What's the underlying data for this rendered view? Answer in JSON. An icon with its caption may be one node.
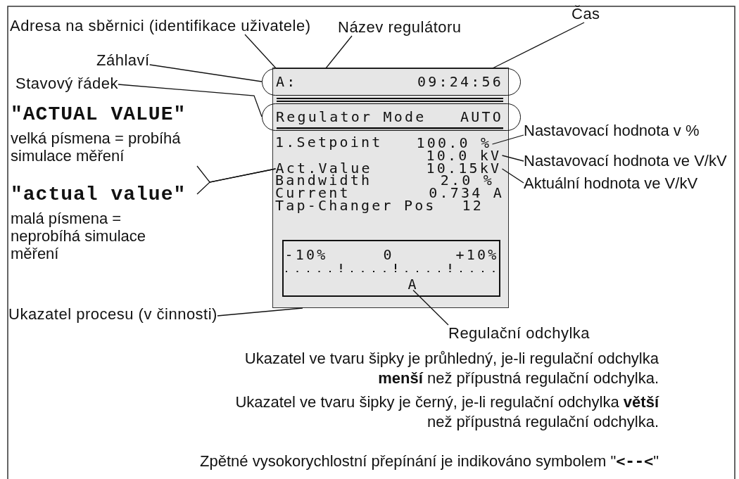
{
  "diagram": {
    "nodes": [
      {
        "text": [
          "Adresa na sběrnici (identifikace uživatele)"
        ]
      },
      {
        "text": [
          "Název regulátoru"
        ]
      },
      {
        "text": [
          "Čas"
        ]
      },
      {
        "text": [
          "Záhlaví"
        ]
      },
      {
        "text": [
          "Stavový řádek"
        ]
      },
      {
        "text": [],
        "shape": "box"
      },
      {
        "text": [
          "A:",
          "09:24:56"
        ]
      },
      {
        "text": [
          "Regulator Mode",
          "AUTO"
        ]
      },
      {
        "text": [
          "\"ACTUAL VALUE\"",
          "velká písmena = probíhá simulace měření"
        ]
      },
      {
        "text": [
          "\"actual value\"",
          "malá písmena = neprobíhá simulace měření"
        ]
      },
      {
        "text": [
          "Act.Value"
        ],
        "in": 5
      },
      {
        "text": [
          "100.0 %"
        ],
        "in": 5
      },
      {
        "text": [
          "10.0 kV"
        ],
        "in": 5
      },
      {
        "text": [
          "10.15kV"
        ],
        "in": 5
      },
      {
        "text": [
          "Nastavovací hodnota v %"
        ]
      },
      {
        "text": [
          "Nastavovací hodnota ve V/kV"
        ]
      },
      {
        "text": [
          "Aktuální hodnota ve V/kV"
        ]
      },
      {
        "text": [
          "-10%",
          "0",
          "+10%"
        ],
        "in": 5
      },
      {
        "text": [
          "A"
        ],
        "in": 17
      },
      {
        "text": [
          "Ukazatel procesu (v činnosti)"
        ]
      },
      {
        "text": [
          "Regulační odchylka"
        ]
      }
    ],
    "edges": [
      {
        "from": 0,
        "to": 6,
        "arrow": "none"
      },
      {
        "from": 1,
        "to": 6,
        "arrow": "none"
      },
      {
        "from": 2,
        "to": 6,
        "arrow": "none"
      },
      {
        "from": 3,
        "to": 6,
        "arrow": "none"
      },
      {
        "from": 4,
        "to": 7,
        "arrow": "none"
      },
      {
        "from": 8,
        "to": 10,
        "arrow": "none"
      },
      {
        "from": 9,
        "to": 10,
        "arrow": "none"
      },
      {
        "from": 14,
        "to": 11,
        "arrow": "none"
      },
      {
        "from": 15,
        "to": 12,
        "arrow": "none"
      },
      {
        "from": 16,
        "to": 13,
        "arrow": "none"
      },
      {
        "from": 19,
        "to": 5,
        "arrow": "none"
      },
      {
        "from": 20,
        "to": 18,
        "arrow": "none"
      }
    ],
    "labels": [
      "1.Setpoint",
      "Bandwidth",
      "2.0 %",
      "Current",
      "0.734 A",
      "Tap-Changer Pos",
      "12",
      "Ukazatel ve tvaru šipky je průhledný, je-li regulační odchylka **menší** než přípustná regulační odchylka.",
      "Ukazatel ve tvaru šipky je černý, je-li regulační odchylka **větší** než přípustná regulační odchylka.",
      "Zpětné vysokorychlostní přepínání je indikováno symbolem \"**<--<**\""
    ]
  }
}
